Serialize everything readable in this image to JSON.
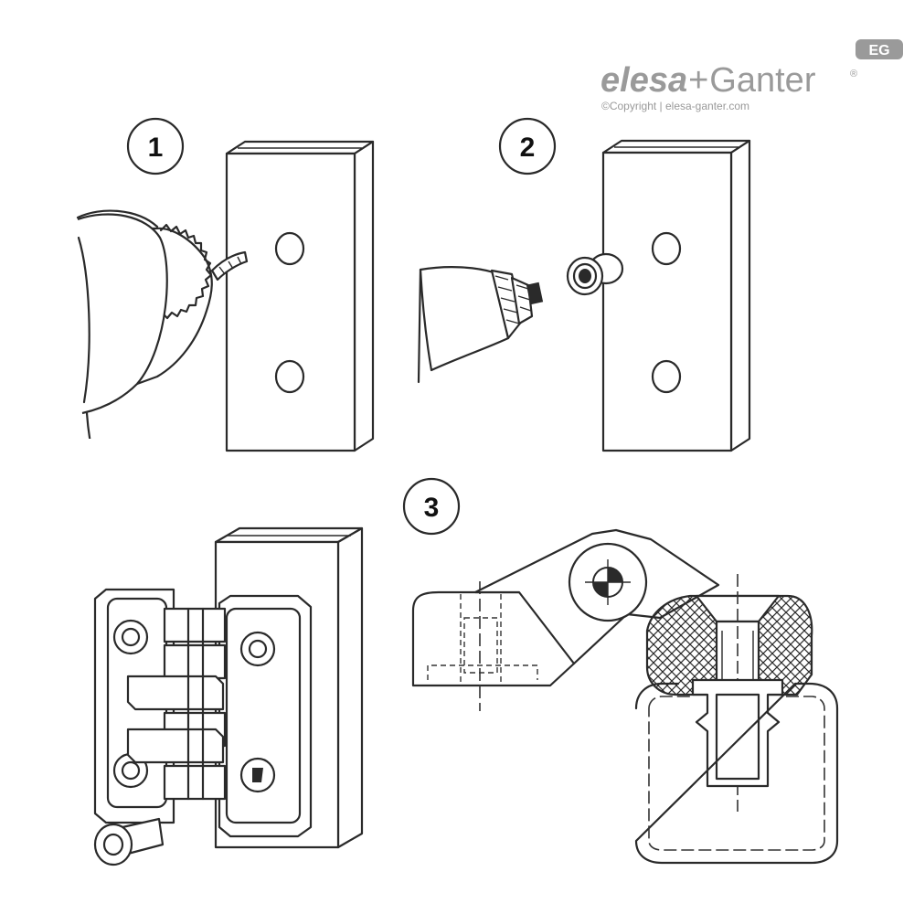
{
  "brand": {
    "logo_badge": "EG",
    "name_part1": "elesa",
    "name_plus": "+",
    "name_part2": "Ganter",
    "trademark": "®",
    "copyright": "©Copyright | elesa-ganter.com",
    "logo_color": "#9a9a9a"
  },
  "steps": [
    {
      "number": "1",
      "action": "drill"
    },
    {
      "number": "2",
      "action": "insert threaded insert"
    },
    {
      "number": "3",
      "action": "mount hinge"
    }
  ],
  "colors": {
    "line": "#2a2a2a",
    "background": "#ffffff"
  }
}
